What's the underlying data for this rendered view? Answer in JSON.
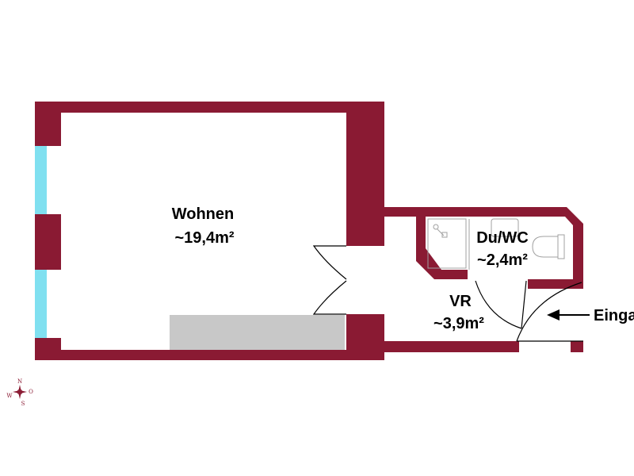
{
  "colors": {
    "wall": "#8a1a33",
    "window": "#80e0f0",
    "counter": "#c8c8c8",
    "fixture": "#a0a0a0",
    "line": "#000000"
  },
  "rooms": {
    "wohnen": {
      "name": "Wohnen",
      "area": "~19,4m²"
    },
    "duwc": {
      "name": "Du/WC",
      "area": "~2,4m²"
    },
    "vr": {
      "name": "VR",
      "area": "~3,9m²"
    }
  },
  "entrance": {
    "label": "Einga"
  },
  "compass": {
    "north": "N",
    "south": "S",
    "west": "W",
    "east": "O"
  },
  "icons": {
    "shower": "shower-icon",
    "washbasin": "washbasin-icon",
    "toilet": "toilet-icon",
    "entrance_arrow": "arrow-left-icon",
    "compass": "compass-icon"
  }
}
